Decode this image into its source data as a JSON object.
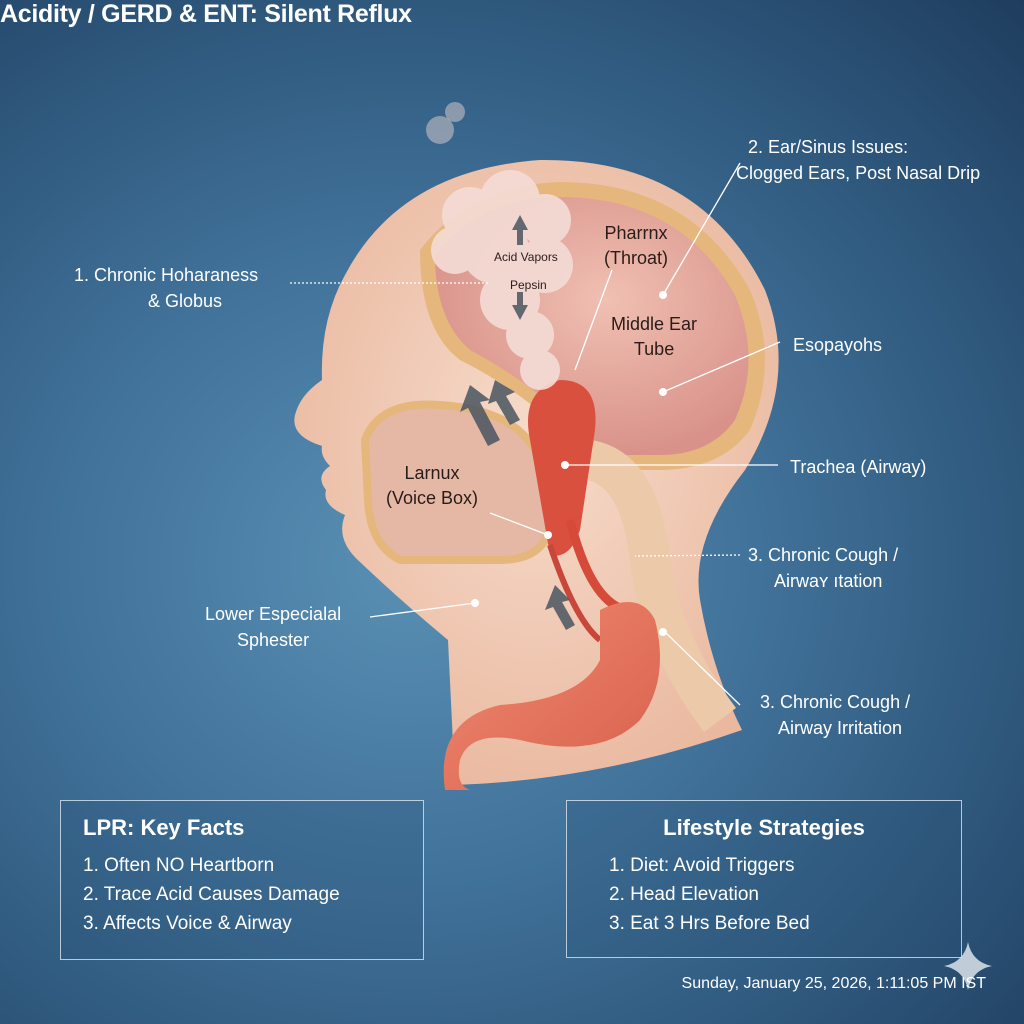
{
  "title": "Acidity / GERD & ENT: Silent Reflux",
  "labels": {
    "hoarseness_1": "1. Chronic Hoharaness",
    "hoarseness_2": "& Globus",
    "ear_1": "2. Ear/Sinus Issues:",
    "ear_2": "Clogged Ears, Post Nasal Drip",
    "acid_vapors": "Acid Vapors",
    "pepsin": "Pepsin",
    "pharynx_1": "Pharrnx",
    "pharynx_2": "(Throat)",
    "middle_ear_1": "Middle Ear",
    "middle_ear_2": "Tube",
    "esophagus": "Esopayohs",
    "trachea": "Trachea (Airway)",
    "larynx_1": "Larnux",
    "larynx_2": "(Voice Box)",
    "cough_a_1": "3. Chronic Cough /",
    "cough_a_2": "Airwaʏ ıtation",
    "les_1": "Lower Especialal",
    "les_2": "Sphester",
    "cough_b_1": "3. Chronic Cough /",
    "cough_b_2": "Airway Irritation"
  },
  "key_facts": {
    "heading": "LPR: Key Facts",
    "items": [
      "1. Often NO Heartborn",
      "2. Trace Acid Causes Damage",
      "3. Affects Voice & Airway"
    ]
  },
  "lifestyle": {
    "heading": "Lifestyle Strategies",
    "items": [
      "1. Diet: Avoid Triggers",
      "2. Head Elevation",
      "3. Eat 3 Hrs Before Bed"
    ]
  },
  "timestamp": "Sunday, January 25, 2026, 1:11:05 PM IST",
  "colors": {
    "skin": "#f2cdb8",
    "cavity": "#e6aca1",
    "tissue": "#d9503f",
    "bone": "#e8b878"
  }
}
